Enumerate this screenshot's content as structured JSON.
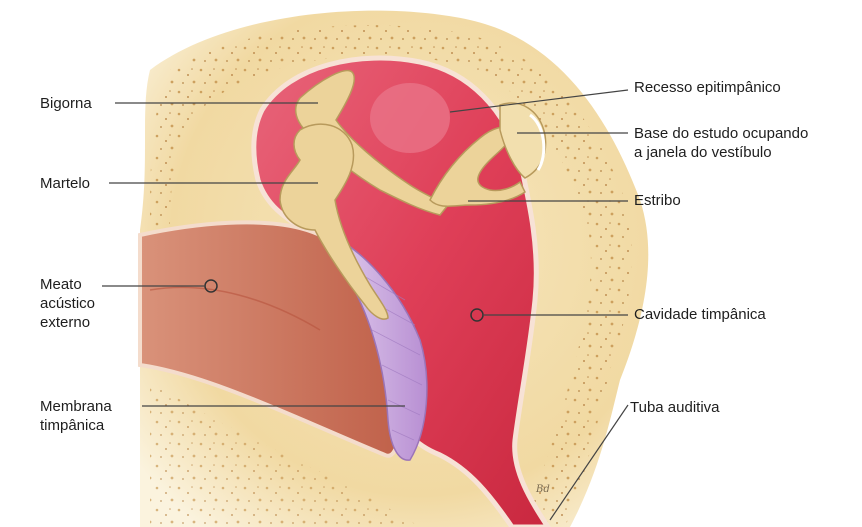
{
  "labels": {
    "bigorna": "Bigorna",
    "martelo": "Martelo",
    "meato": "Meato\nacústico\nexterno",
    "membrana": "Membrana\ntimpânica",
    "recesso": "Recesso epitimpânico",
    "base_estribo": "Base do estudo ocupando\na janela do vestíbulo",
    "estribo": "Estribo",
    "cavidade": "Cavidade timpânica",
    "tuba": "Tuba auditiva"
  },
  "signature": "Bd",
  "colors": {
    "bone": "#f3e0b0",
    "cavity": "#e0405a",
    "canal_skin": "#cf7a5e",
    "ossicle": "#ecd39a",
    "membrane": "#c9a6dc",
    "leader_line": "#444444"
  }
}
